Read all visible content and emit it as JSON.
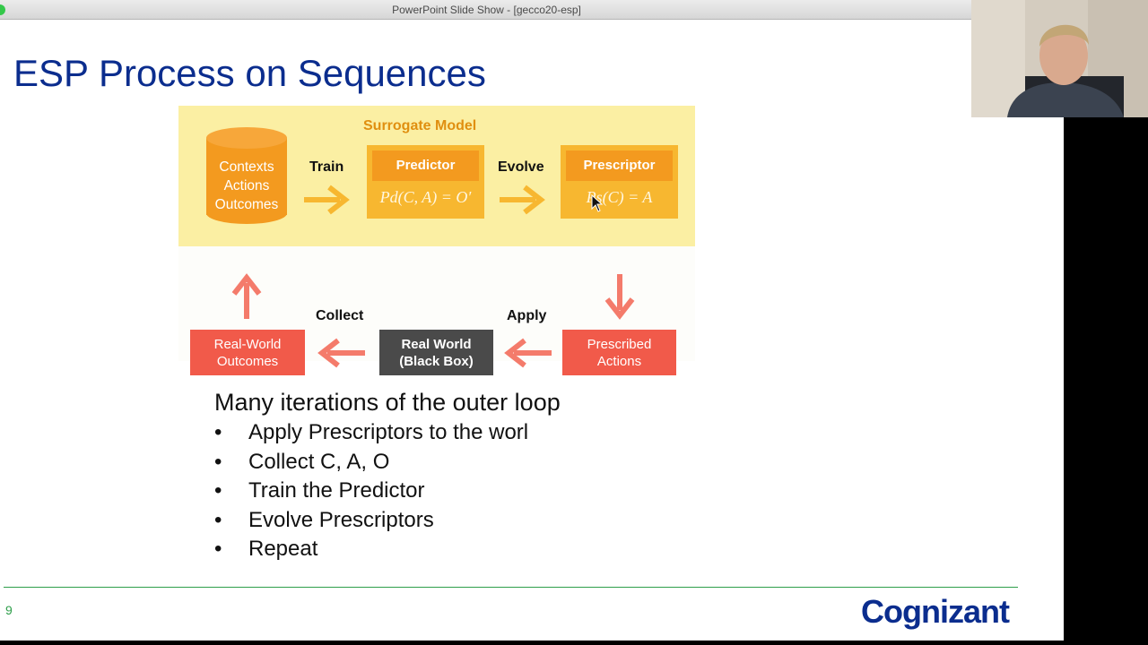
{
  "window": {
    "title": "PowerPoint Slide Show - [gecco20-esp]"
  },
  "slide": {
    "title": "ESP Process on Sequences",
    "page_number": "9",
    "logo_text": "Cognizant"
  },
  "diagram": {
    "database_lines": [
      "Contexts",
      "Actions",
      "Outcomes"
    ],
    "train_label": "Train",
    "surrogate_label": "Surrogate Model",
    "evolve_label": "Evolve",
    "predictor_title": "Predictor",
    "predictor_formula": "Pd(C, A) = O′",
    "prescriptor_title": "Prescriptor",
    "prescriptor_formula": "Ps(C) = A",
    "collect_label": "Collect",
    "apply_label": "Apply",
    "real_world_outcomes": [
      "Real-World",
      "Outcomes"
    ],
    "real_world_black_box": [
      "Real World",
      "(Black Box)"
    ],
    "prescribed_actions": [
      "Prescribed",
      "Actions"
    ],
    "colors": {
      "orange": "#f39a1f",
      "yellow": "#f7b730",
      "salmon": "#f47b6b",
      "red": "#f15a4a",
      "dark": "#4a4a4a",
      "band": "#fbefa3"
    }
  },
  "bullets": {
    "heading": "Many iterations of the outer loop",
    "items": [
      "Apply Prescriptors to the worl",
      "Collect C, A, O",
      "Train the Predictor",
      "Evolve Prescriptors",
      "Repeat"
    ]
  }
}
